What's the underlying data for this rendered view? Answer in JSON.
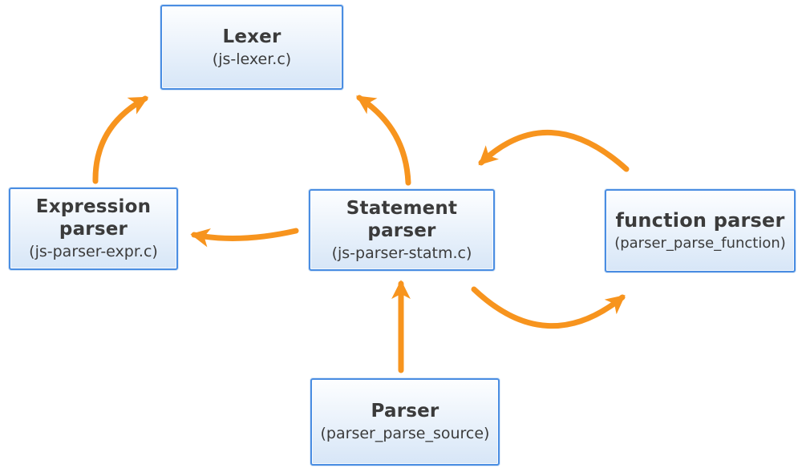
{
  "diagram": {
    "type": "flow-diagram",
    "background": "#FFFFFF",
    "colors": {
      "arrow": "#F7941E",
      "node_border": "#4A8DE2",
      "node_fill_top": "#FDFEFF",
      "node_fill_bottom": "#D7E6F7",
      "text": "#3B3B3B"
    },
    "nodes": [
      {
        "id": "lexer",
        "title": "Lexer",
        "subtitle": "(js-lexer.c)"
      },
      {
        "id": "expression-parser",
        "title": "Expression",
        "title2": "parser",
        "subtitle": "(js-parser-expr.c)"
      },
      {
        "id": "statement-parser",
        "title": "Statement",
        "title2": "parser",
        "subtitle": "(js-parser-statm.c)"
      },
      {
        "id": "function-parser",
        "title": "function parser",
        "subtitle": "(parser_parse_function)"
      },
      {
        "id": "parser",
        "title": "Parser",
        "subtitle": "(parser_parse_source)"
      }
    ],
    "edges": [
      {
        "from": "expression-parser",
        "to": "lexer"
      },
      {
        "from": "statement-parser",
        "to": "lexer"
      },
      {
        "from": "statement-parser",
        "to": "expression-parser"
      },
      {
        "from": "function-parser",
        "to": "statement-parser"
      },
      {
        "from": "statement-parser",
        "to": "function-parser"
      },
      {
        "from": "parser",
        "to": "statement-parser"
      }
    ]
  }
}
